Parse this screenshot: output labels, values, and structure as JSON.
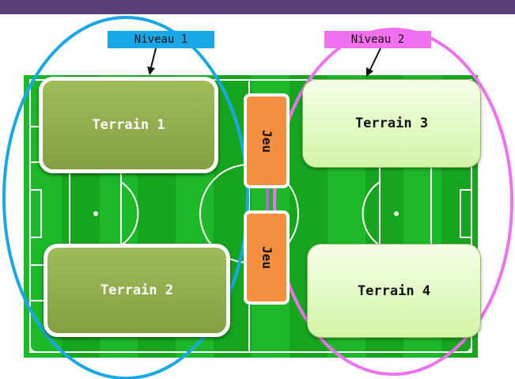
{
  "labels": {
    "niveau1": "Niveau 1",
    "niveau2": "Niveau 2"
  },
  "terrains": {
    "t1": "Terrain 1",
    "t2": "Terrain 2",
    "t3": "Terrain 3",
    "t4": "Terrain 4"
  },
  "jeu": {
    "top": "Jeu",
    "bottom": "Jeu"
  },
  "colors": {
    "grass": "#16a51f",
    "grass_alt": "#1db827",
    "lines": "#ffffff",
    "niveau1_accent": "#1aa7e8",
    "niveau2_accent": "#f070f0",
    "terrain_dark": "#93ae4f",
    "terrain_light": "#e6fbc8",
    "jeu": "#f49040",
    "top_bar": "#5b3f7a"
  }
}
